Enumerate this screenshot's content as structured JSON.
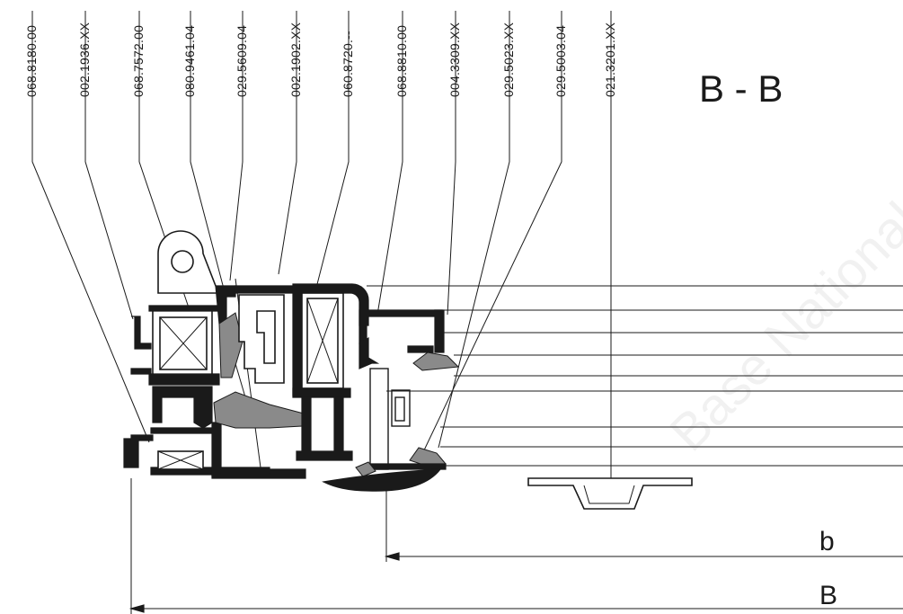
{
  "title": "B - B",
  "watermark": "Base Nationale",
  "part_codes": [
    "068.8180.00",
    "002.1936.XX",
    "068.7572.00",
    "080.9461.04",
    "029.5609.04",
    "002.1902.XX",
    "060.8720.--",
    "068.8810.00",
    "004.3309.XX",
    "029.5023.XX",
    "029.5003.04",
    "021.3201.XX"
  ],
  "dimensions": {
    "inner": "b",
    "outer": "B"
  }
}
